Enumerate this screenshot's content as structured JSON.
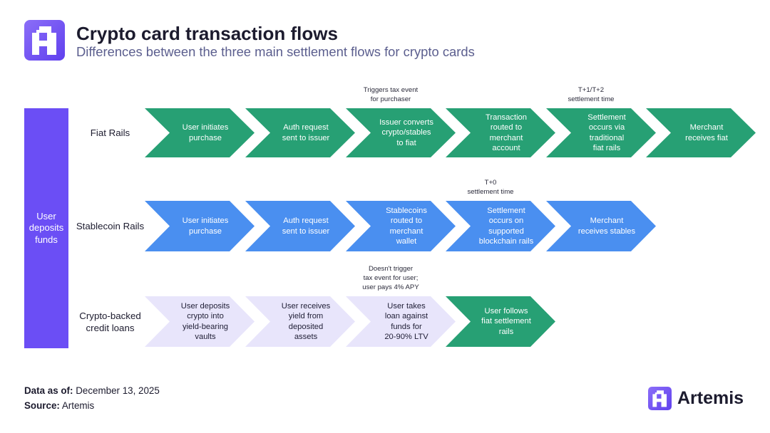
{
  "header": {
    "title": "Crypto card transaction flows",
    "subtitle": "Differences between the three main settlement flows for crypto cards"
  },
  "logo": {
    "icon": "artemis-logo-icon"
  },
  "origin": {
    "lines": [
      "User",
      "deposits",
      "funds"
    ]
  },
  "rows": [
    {
      "label_lines": [
        "Fiat Rails"
      ],
      "steps": [
        {
          "lines": [
            "User initiates",
            "purchase"
          ],
          "fill": "green"
        },
        {
          "lines": [
            "Auth request",
            "sent to issuer"
          ],
          "fill": "green"
        },
        {
          "lines": [
            "Issuer converts",
            "crypto/stables",
            "to fiat"
          ],
          "fill": "green",
          "note": [
            "Triggers tax event",
            "for purchaser"
          ]
        },
        {
          "lines": [
            "Transaction",
            "routed to",
            "merchant",
            "account"
          ],
          "fill": "green"
        },
        {
          "lines": [
            "Settlement",
            "occurs via",
            "traditional",
            "fiat rails"
          ],
          "fill": "green",
          "note": [
            "T+1/T+2",
            "settlement time"
          ]
        },
        {
          "lines": [
            "Merchant",
            "receives fiat"
          ],
          "fill": "green"
        }
      ]
    },
    {
      "label_lines": [
        "Stablecoin Rails"
      ],
      "steps": [
        {
          "lines": [
            "User initiates",
            "purchase"
          ],
          "fill": "blue"
        },
        {
          "lines": [
            "Auth request",
            "sent to issuer"
          ],
          "fill": "blue"
        },
        {
          "lines": [
            "Stablecoins",
            "routed to",
            "merchant",
            "wallet"
          ],
          "fill": "blue"
        },
        {
          "lines": [
            "Settlement",
            "occurs on",
            "supported",
            "blockchain rails"
          ],
          "fill": "blue",
          "note": [
            "T+0",
            "settlement time"
          ]
        },
        {
          "lines": [
            "Merchant",
            "receives stables"
          ],
          "fill": "blue"
        }
      ]
    },
    {
      "label_lines": [
        "Crypto-backed",
        "credit loans"
      ],
      "steps": [
        {
          "lines": [
            "User deposits",
            "crypto into",
            "yield-bearing",
            "vaults"
          ],
          "fill": "lavender"
        },
        {
          "lines": [
            "User receives",
            "yield from",
            "deposited",
            "assets"
          ],
          "fill": "lavender"
        },
        {
          "lines": [
            "User takes",
            "loan against",
            "funds for",
            "20-90% LTV"
          ],
          "fill": "lavender",
          "note": [
            "Doesn't trigger",
            "tax event for user;",
            "user pays 4% APY"
          ]
        },
        {
          "lines": [
            "User follows",
            "fiat settlement",
            "rails"
          ],
          "fill": "green"
        }
      ]
    }
  ],
  "palette": {
    "green": "#27a074",
    "blue": "#4a8ff0",
    "lavender": "#e8e5fb",
    "purple": "#6b4ef5",
    "step_text": {
      "green": "#ffffff",
      "blue": "#ffffff",
      "lavender": "#1f1e35"
    }
  },
  "footer": {
    "data_as_of_label": "Data as of:",
    "data_as_of_value": "December 13, 2025",
    "source_label": "Source:",
    "source_value": "Artemis"
  },
  "brand": {
    "name": "Artemis",
    "icon": "artemis-logo-icon"
  }
}
